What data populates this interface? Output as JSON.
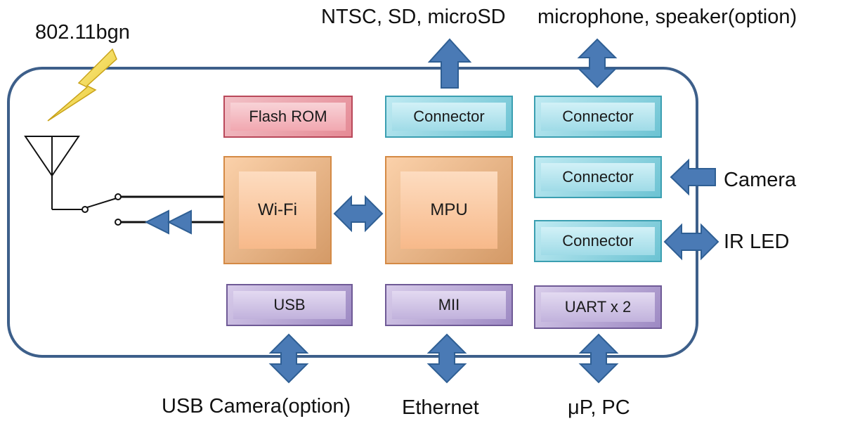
{
  "external": {
    "wireless": "802.11bgn",
    "video_storage": "NTSC, SD, microSD",
    "audio": "microphone, speaker(option)",
    "camera": "Camera",
    "ir_led": "IR LED",
    "usb_camera": "USB Camera(option)",
    "ethernet": "Ethernet",
    "host": "μP, PC"
  },
  "blocks": {
    "flash_rom": "Flash ROM",
    "connector_video": "Connector",
    "connector_audio": "Connector",
    "connector_camera": "Connector",
    "connector_ir": "Connector",
    "wifi": "Wi-Fi",
    "mpu": "MPU",
    "usb": "USB",
    "mii": "MII",
    "uart": "UART x 2"
  },
  "colors": {
    "board_outline": "#3d5f8a",
    "arrow_fill": "#4a7ab5",
    "arrow_stroke": "#2f5f94",
    "lightning": "#f2d43a"
  }
}
